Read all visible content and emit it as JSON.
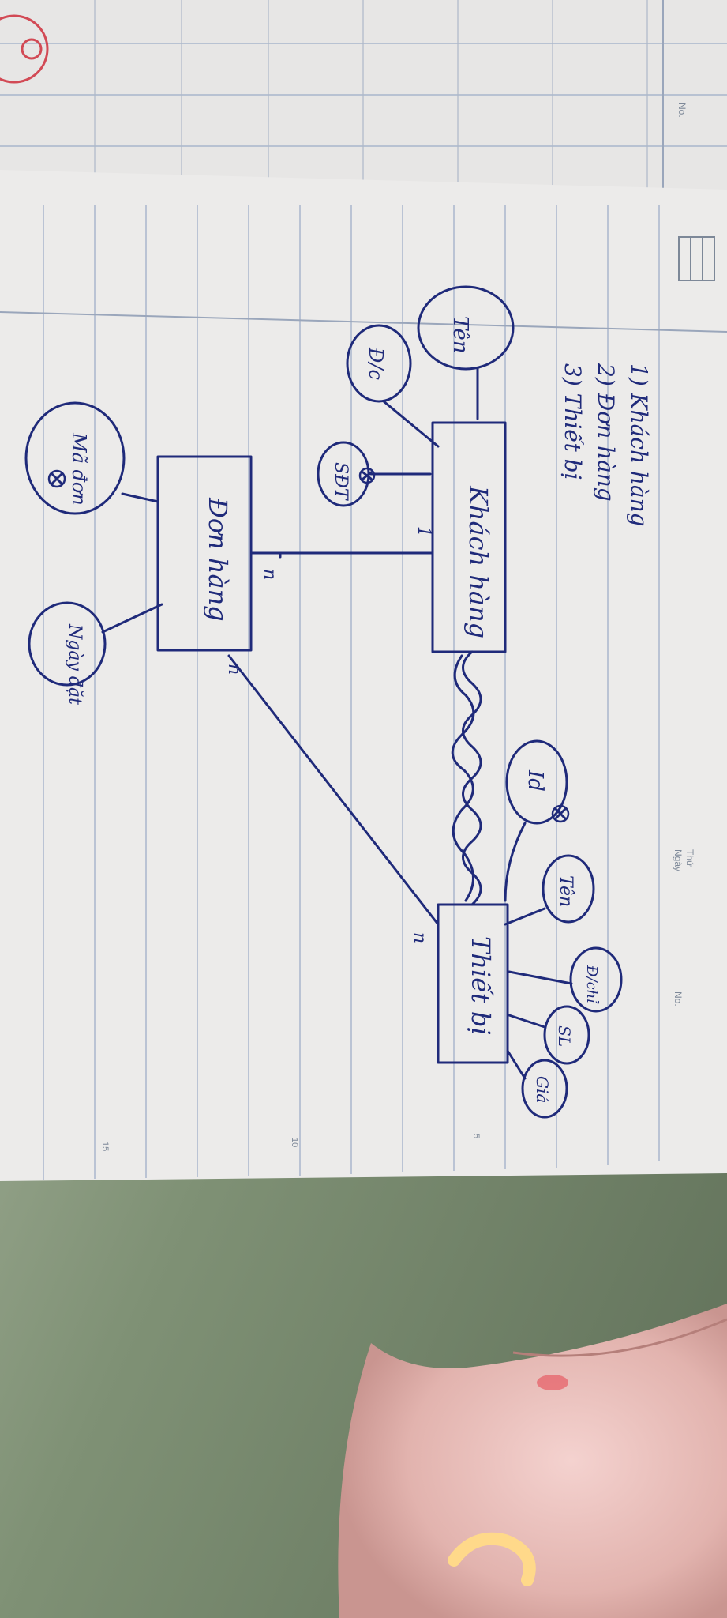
{
  "page_header": {
    "no_label_top": "No.",
    "weekday_label": "Thứ",
    "date_label": "Ngày",
    "no_label_bottom": "No."
  },
  "margin_numbers": [
    "5",
    "10",
    "15"
  ],
  "entity_list": [
    "1) Khách hàng",
    "2) Đơn hàng",
    "3) Thiết bị"
  ],
  "entities": {
    "customer": "Khách hàng",
    "order": "Đơn hàng",
    "device": "Thiết bị"
  },
  "attributes": {
    "customer_name": "Tên",
    "customer_address": "Đ/c",
    "customer_phone": "SĐT",
    "order_code": "Mã đơn",
    "order_date": "Ngày đặt",
    "device_id": "Id",
    "device_name": "Tên",
    "device_location": "Đ/chỉ",
    "device_qty": "SL",
    "device_price": "Giá"
  },
  "cardinalities": {
    "customer_order_one": "1",
    "customer_order_many": "n",
    "order_device_order_side": "n",
    "order_device_device_side": "n"
  },
  "colors": {
    "ink": "#1f2a7a",
    "paper": "#ecebea",
    "rule_line": "#a9b6cc",
    "key_mark": "#1f2a7a"
  }
}
